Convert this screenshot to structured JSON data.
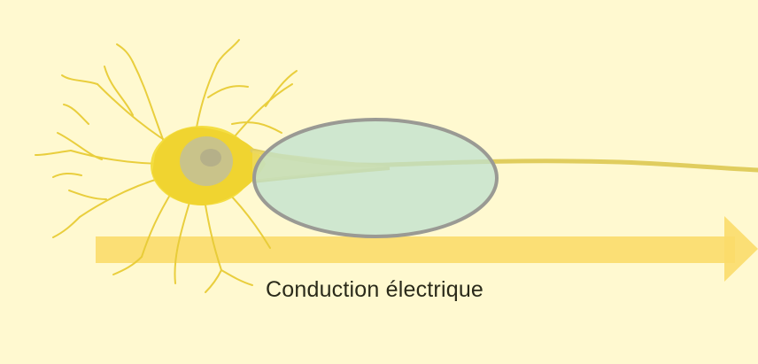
{
  "diagram": {
    "caption": "Conduction électrique",
    "colors": {
      "background": "#fff9d0",
      "neuron": "#f3dc3a",
      "nucleus": "#c9c38a",
      "arrow": "#fbdc6a",
      "highlight_fill": "#bfe0cf",
      "highlight_stroke": "#9a9a94"
    },
    "icons": [
      "neuron-cell-body",
      "axon",
      "dendrites",
      "conduction-arrow",
      "highlight-ellipse"
    ]
  }
}
